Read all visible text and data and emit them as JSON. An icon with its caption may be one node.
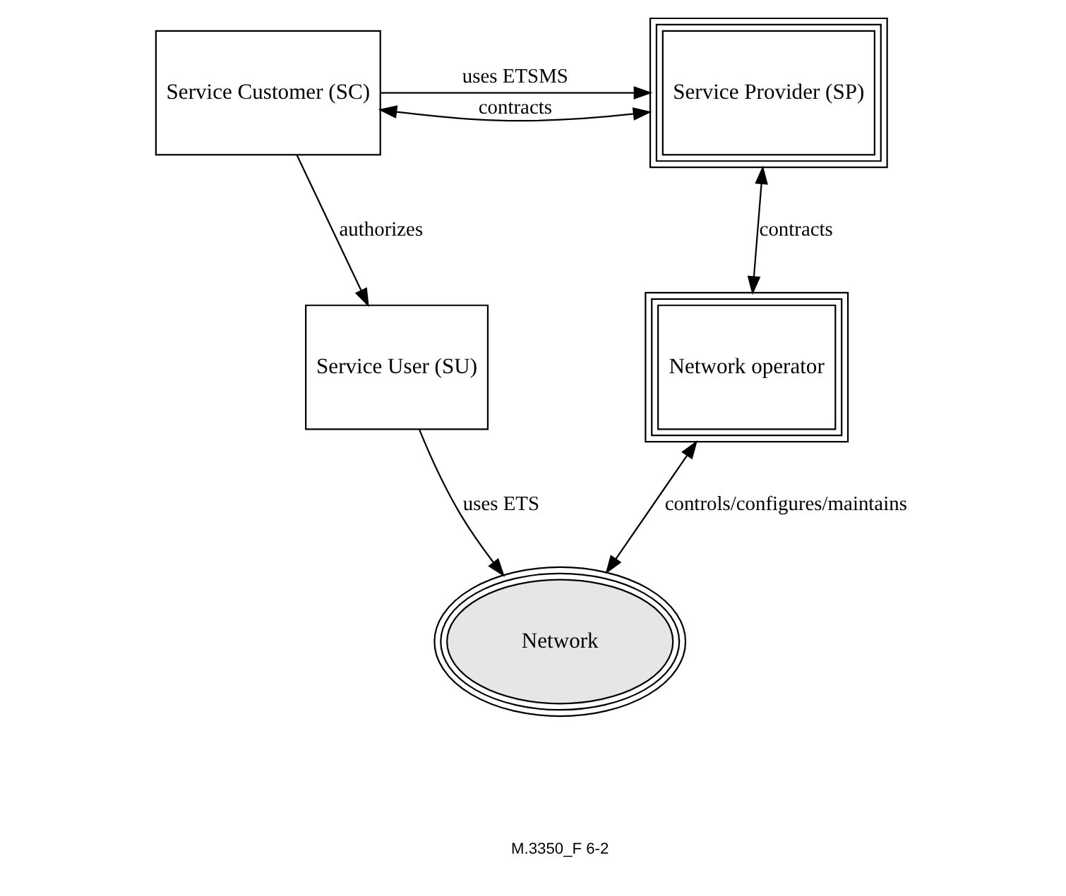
{
  "diagram": {
    "nodes": [
      {
        "text": [
          "Service Customer (SC)"
        ]
      },
      {
        "text": [
          "Service Provider (SP)"
        ]
      },
      {
        "text": [
          "Service User (SU)"
        ]
      },
      {
        "text": [
          "Network operator"
        ]
      },
      {
        "text": [
          "Network"
        ]
      }
    ],
    "edges": [
      {
        "from": 0,
        "to": 1,
        "arrow": "both",
        "label": "contracts"
      },
      {
        "from": 0,
        "to": 1,
        "arrow": "to",
        "label": "uses ETSMS"
      },
      {
        "from": 0,
        "to": 2,
        "arrow": "to",
        "label": "authorizes"
      },
      {
        "from": 1,
        "to": 3,
        "arrow": "both",
        "label": "contracts"
      },
      {
        "from": 2,
        "to": 4,
        "arrow": "to",
        "label": "uses ETS"
      },
      {
        "from": 3,
        "to": 4,
        "arrow": "both",
        "label": "controls/configures/maintains"
      }
    ],
    "labels": [
      "M.3350_F 6-2"
    ]
  }
}
